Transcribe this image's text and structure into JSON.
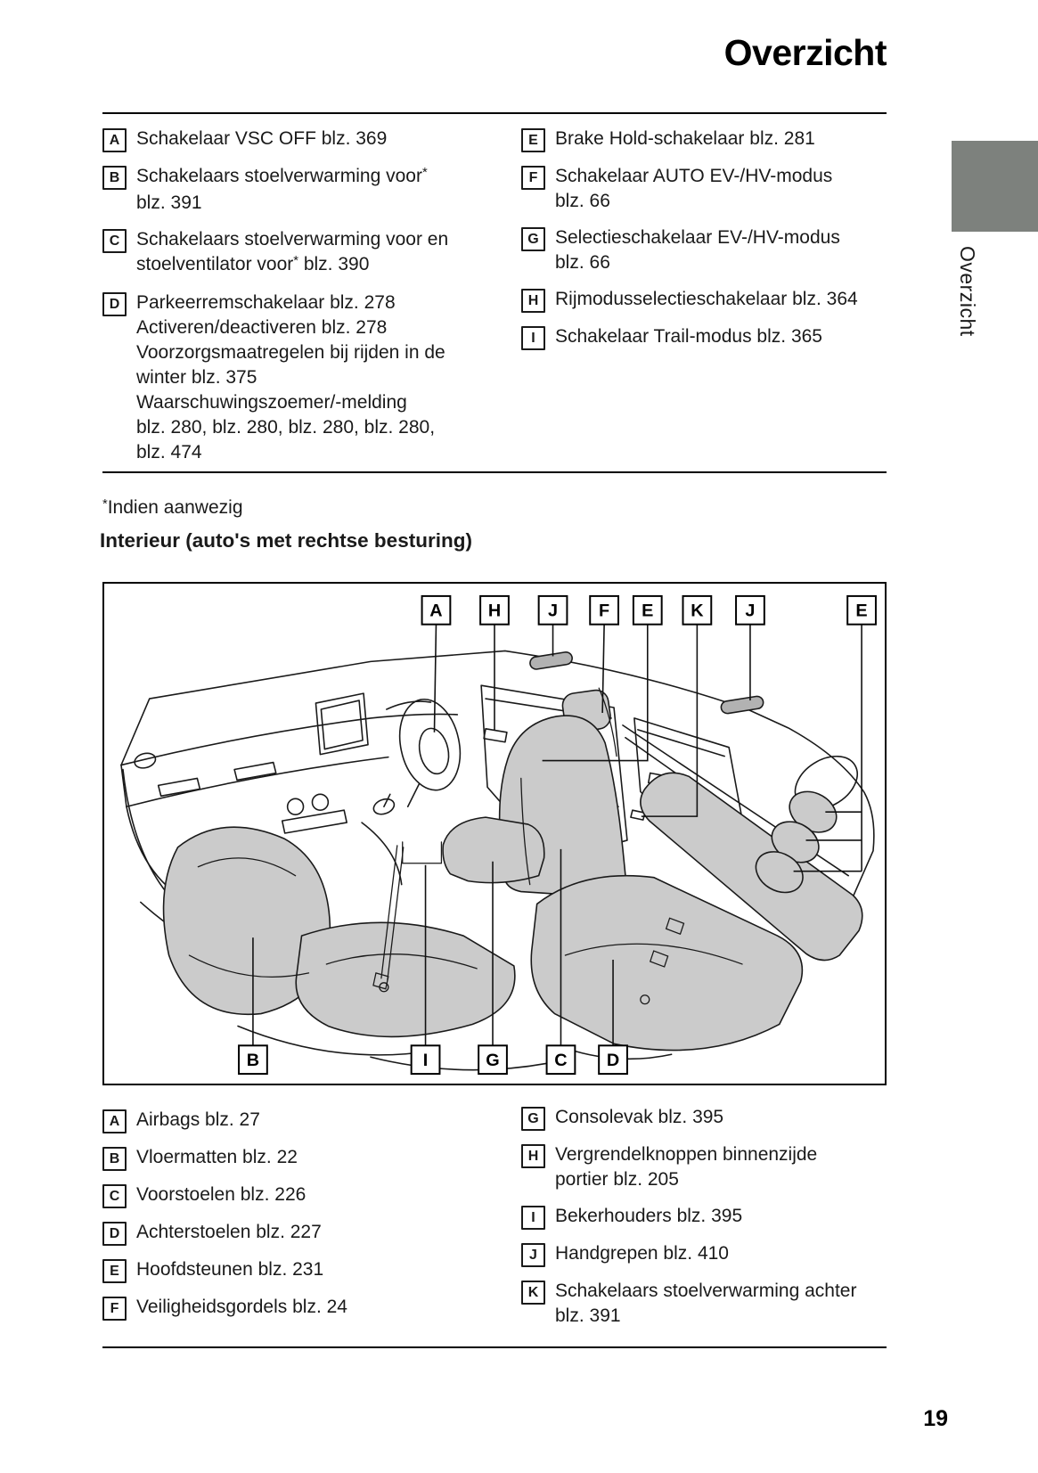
{
  "page": {
    "title": "Overzicht",
    "page_number": "19",
    "side_tab": {
      "label": "Overzicht",
      "color": "#7d817d"
    }
  },
  "footnote": {
    "star": "*",
    "text": "Indien aanwezig"
  },
  "section_heading": "Interieur (auto's met rechtse besturing)",
  "top_list": {
    "left": [
      {
        "key": "A",
        "lines": [
          "Schakelaar VSC OFF blz. 369"
        ]
      },
      {
        "key": "B",
        "lines": [
          "Schakelaars stoelverwarming voor*",
          "blz. 391"
        ]
      },
      {
        "key": "C",
        "lines": [
          "Schakelaars stoelverwarming voor en",
          "stoelventilator voor* blz. 390"
        ]
      },
      {
        "key": "D",
        "lines": [
          "Parkeerremschakelaar blz. 278",
          "Activeren/deactiveren blz. 278",
          "Voorzorgsmaatregelen bij rijden in de",
          "winter blz. 375",
          "Waarschuwingszoemer/-melding",
          "blz. 280, blz. 280, blz. 280, blz. 280,",
          "blz. 474"
        ]
      }
    ],
    "right": [
      {
        "key": "E",
        "lines": [
          "Brake Hold-schakelaar blz. 281"
        ]
      },
      {
        "key": "F",
        "lines": [
          "Schakelaar AUTO EV-/HV-modus",
          "blz. 66"
        ]
      },
      {
        "key": "G",
        "lines": [
          "Selectieschakelaar EV-/HV-modus",
          "blz. 66"
        ]
      },
      {
        "key": "H",
        "lines": [
          "Rijmodusselectieschakelaar blz. 364"
        ]
      },
      {
        "key": "I",
        "lines": [
          "Schakelaar Trail-modus blz. 365"
        ]
      }
    ]
  },
  "diagram": {
    "top_labels": [
      "A",
      "H",
      "J",
      "F",
      "E",
      "K",
      "J",
      "E"
    ],
    "bottom_labels": [
      "B",
      "I",
      "G",
      "C",
      "D"
    ],
    "seat_color": "#cbcbcb",
    "handle_color": "#b2b2b2"
  },
  "bottom_list": {
    "left": [
      {
        "key": "A",
        "lines": [
          "Airbags blz. 27"
        ]
      },
      {
        "key": "B",
        "lines": [
          "Vloermatten blz. 22"
        ]
      },
      {
        "key": "C",
        "lines": [
          "Voorstoelen blz. 226"
        ]
      },
      {
        "key": "D",
        "lines": [
          "Achterstoelen blz. 227"
        ]
      },
      {
        "key": "E",
        "lines": [
          "Hoofdsteunen blz. 231"
        ]
      },
      {
        "key": "F",
        "lines": [
          "Veiligheidsgordels blz. 24"
        ]
      }
    ],
    "right": [
      {
        "key": "G",
        "lines": [
          "Consolevak blz. 395"
        ]
      },
      {
        "key": "H",
        "lines": [
          "Vergrendelknoppen binnenzijde",
          "portier blz. 205"
        ]
      },
      {
        "key": "I",
        "lines": [
          "Bekerhouders blz. 395"
        ]
      },
      {
        "key": "J",
        "lines": [
          "Handgrepen blz. 410"
        ]
      },
      {
        "key": "K",
        "lines": [
          "Schakelaars stoelverwarming achter",
          "blz. 391"
        ]
      }
    ]
  }
}
